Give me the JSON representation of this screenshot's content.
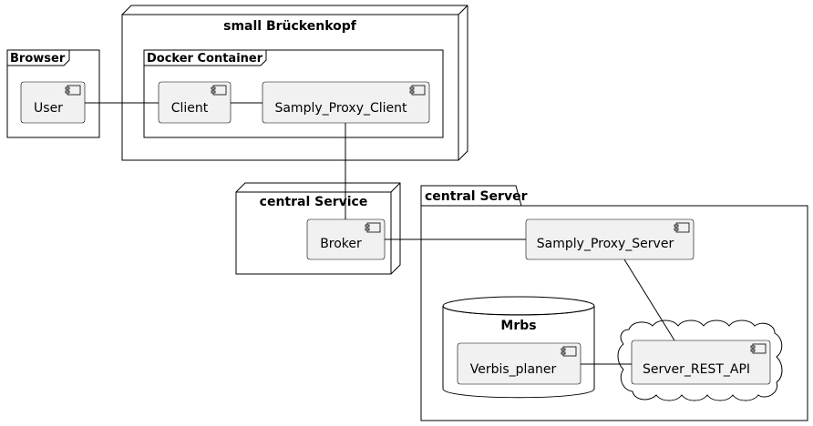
{
  "containers": {
    "node_small_bruckenkopf": "small Brückenkopf",
    "frame_browser": "Browser",
    "frame_docker": "Docker Container",
    "node_central_service": "central Service",
    "package_central_server": "central Server",
    "database_mrbs": "Mrbs"
  },
  "components": {
    "user": "User",
    "client": "Client",
    "samply_proxy_client": "Samply_Proxy_Client",
    "broker": "Broker",
    "samply_proxy_server": "Samply_Proxy_Server",
    "verbis_planer": "Verbis_planer",
    "server_rest_api": "Server_REST_API"
  }
}
